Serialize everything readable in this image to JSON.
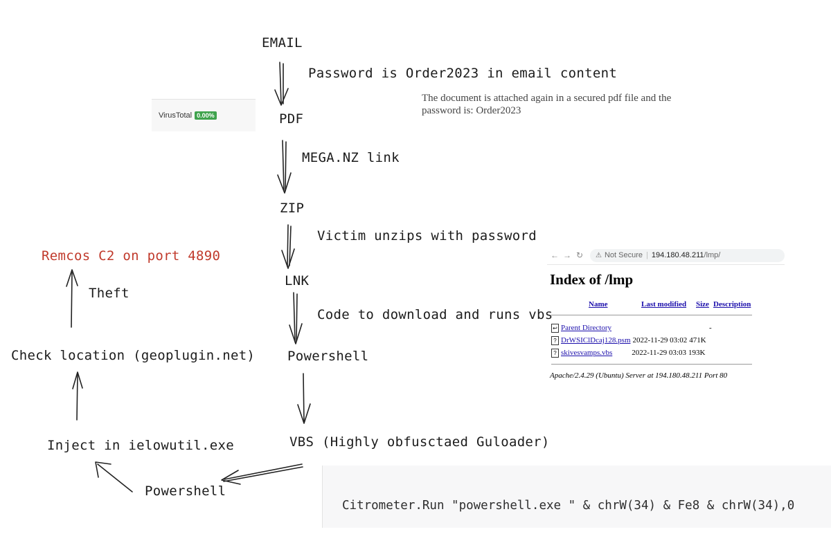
{
  "nodes": {
    "email": "EMAIL",
    "pdf": "PDF",
    "zip": "ZIP",
    "lnk": "LNK",
    "powershell1": "Powershell",
    "vbs": "VBS (Highly obfusctaed Guloader)",
    "powershell2": "Powershell",
    "inject": "Inject in ielowutil.exe",
    "check_location": "Check location (geoplugin.net)",
    "remcos": "Remcos C2 on port 4890"
  },
  "edge_labels": {
    "email_pdf": "Password is Order2023  in email content",
    "pdf_zip": "MEGA.NZ link",
    "zip_lnk": "Victim unzips with password",
    "lnk_powershell": "Code to download and runs vbs",
    "check_remcos": "Theft"
  },
  "virustotal": {
    "label": "VirusTotal",
    "score": "0.00%",
    "score_color": "#3fa34d"
  },
  "email_quote": "The document is attached again in a secured pdf file and the password is: Order2023",
  "browser": {
    "not_secure": "Not Secure",
    "url_host": "194.180.48.211",
    "url_path": "/lmp/",
    "title": "Index of /lmp",
    "columns": [
      "Name",
      "Last modified",
      "Size",
      "Description"
    ],
    "parent": {
      "name": "Parent Directory",
      "size": "-"
    },
    "files": [
      {
        "name": "DrWSIClDcaj128.psm",
        "modified": "2022-11-29 03:02",
        "size": "471K"
      },
      {
        "name": "skivesvamps.vbs",
        "modified": "2022-11-29 03:03",
        "size": "193K"
      }
    ],
    "footer": "Apache/2.4.29 (Ubuntu) Server at 194.180.48.211 Port 80"
  },
  "code_line": "Citrometer.Run \"powershell.exe \" & chrW(34) & Fe8 & chrW(34),0",
  "colors": {
    "remcos_text": "#c0392b",
    "link": "#1a0dab"
  }
}
